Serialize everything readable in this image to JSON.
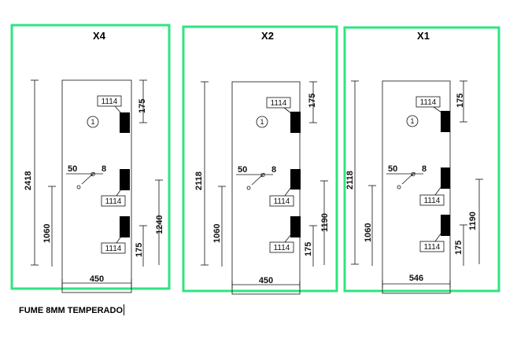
{
  "panels": [
    {
      "title": "X4",
      "height": "2418",
      "lower_height": "1060",
      "right_height": "1240",
      "top_gap": "175",
      "bottom_gap": "175",
      "width": "450",
      "tag_top": "1114",
      "tag_mid": "1114",
      "tag_bot": "1114",
      "marker": "1",
      "hole_offset": "50",
      "hole_diameter": "8"
    },
    {
      "title": "X2",
      "height": "2118",
      "lower_height": "1060",
      "right_height": "1190",
      "top_gap": "175",
      "bottom_gap": "175",
      "width": "450",
      "tag_top": "1114",
      "tag_mid": "1114",
      "tag_bot": "1114",
      "marker": "1",
      "hole_offset": "50",
      "hole_diameter": "8"
    },
    {
      "title": "X1",
      "height": "2118",
      "lower_height": "1060",
      "right_height": "1190",
      "top_gap": "175",
      "bottom_gap": "175",
      "width": "546",
      "tag_top": "1114",
      "tag_mid": "1114",
      "tag_bot": "1114",
      "marker": "1",
      "hole_offset": "50",
      "hole_diameter": "8"
    }
  ],
  "caption": "FUME 8MM TEMPERADO",
  "colors": {
    "frame": "#2ee57f",
    "ink": "#111111",
    "hardware": "#000000"
  }
}
